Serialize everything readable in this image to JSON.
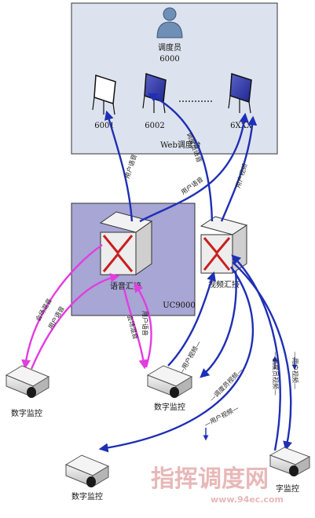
{
  "web_console": {
    "title": "Web调度台",
    "dispatcher_role": "调度员",
    "dispatcher_id": "6000",
    "terminal_ids": [
      "6001",
      "6002",
      "6XXX"
    ]
  },
  "uc9000": {
    "title": "UC9000",
    "voice_switch_label": "语音汇接",
    "video_switch_label": "视频汇接"
  },
  "cameras": {
    "label": "数字监控",
    "bottom_right_label_partial": "字监控"
  },
  "flow_labels": {
    "user_voice_1": "用户语音",
    "dispatcher_voice": "调度员语音",
    "user_voice_2": "用户语音",
    "user_video_top": "用户视频",
    "meeting_voice": "会场混音",
    "user_voice_left": "用户语音",
    "meeting_voice_mid": "会场混音",
    "user_voice_mid": "用户语音",
    "user_video_mid": "—用户视频—",
    "dispatcher_video_mid": "—调度员视频—",
    "user_video_lower": "—用户视频—",
    "dispatcher_video_right": "—调度员视频—",
    "user_video_right": "—用户视频—"
  },
  "watermark": {
    "title": "指挥调度网",
    "url": "www.94ec.com"
  },
  "colors": {
    "console_bg": "#dde3ee",
    "uc_bg": "#a7a6d4",
    "blue_flow": "#1f2fb5",
    "magenta_flow": "#e23de0"
  }
}
